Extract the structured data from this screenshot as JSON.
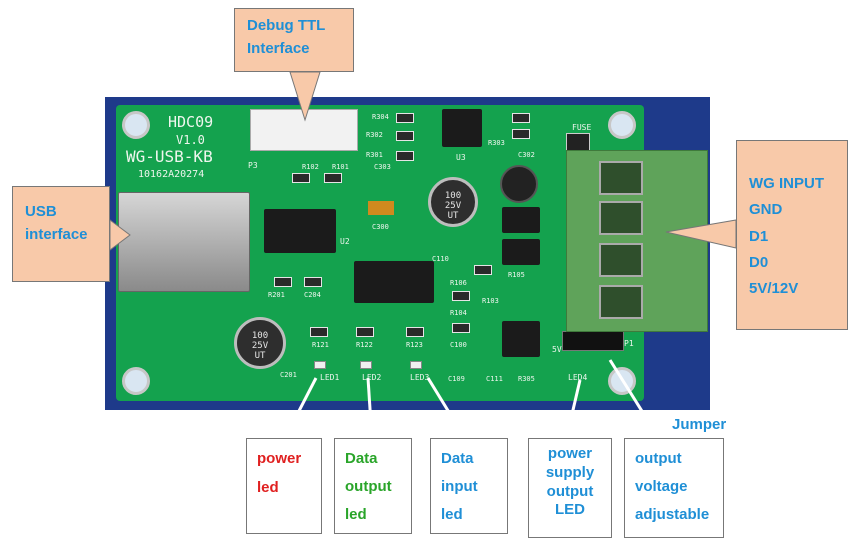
{
  "callouts": {
    "debug_ttl": [
      "Debug TTL",
      "Interface"
    ],
    "usb": [
      "USB",
      "interface"
    ],
    "wg_input": [
      "WG INPUT",
      "GND",
      "D1",
      "D0",
      "5V/12V"
    ],
    "power_led": [
      "power",
      "led"
    ],
    "data_output_led": [
      "Data",
      "output",
      "led"
    ],
    "data_input_led": [
      "Data",
      "input",
      "led"
    ],
    "power_supply_led": [
      "power",
      "supply",
      "output",
      "LED"
    ],
    "output_voltage": [
      "output",
      "voltage",
      "adjustable"
    ],
    "jumper": "Jumper"
  },
  "silkscreen": {
    "model": "HDC09",
    "version": "V1.0",
    "product": "WG-USB-KB",
    "serial": "10162A20274",
    "fuse": "FUSE",
    "p3": "P3",
    "u2": "U2",
    "u3": "U3",
    "p1": "P1",
    "cap1": [
      "100",
      "25V",
      "UT"
    ],
    "cap2": [
      "100",
      "25V",
      "UT"
    ],
    "refs": [
      "R304",
      "R302",
      "R301",
      "R303",
      "C302",
      "C303",
      "C300",
      "R102",
      "R101",
      "C110",
      "R105",
      "R106",
      "R104",
      "R103",
      "C100",
      "R305",
      "C109",
      "C111",
      "R121",
      "R122",
      "R123",
      "C201",
      "C204",
      "R201",
      "LED1",
      "LED2",
      "LED3",
      "LED4",
      "5V"
    ]
  },
  "colors": {
    "callout_peach": "#f8c9a9",
    "callout_text_blue": "#1f8fd6",
    "power_led_red": "#e02020",
    "data_output_green": "#2aa52a",
    "pcb_green": "#14a24e",
    "board_background": "#1e3a8a",
    "terminal_block": "#5fa35a"
  }
}
